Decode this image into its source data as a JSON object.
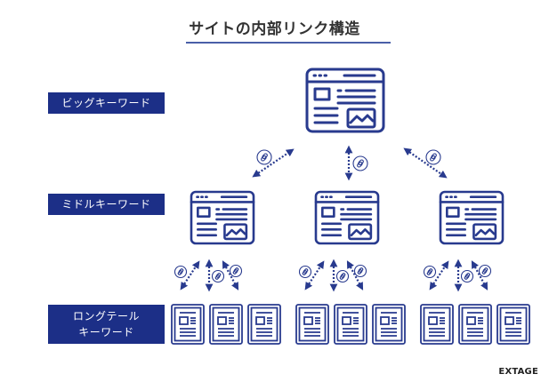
{
  "title": "サイトの内部リンク構造",
  "labels": {
    "big": "ビッグキーワード",
    "mid": "ミドルキーワード",
    "long_line1": "ロングテール",
    "long_line2": "キーワード"
  },
  "logo": "EXTAGE",
  "colors": {
    "primary": "#1c2f87",
    "icon": "#283a8e",
    "title_rule": "#4a5fa8",
    "title_text": "#333333"
  },
  "structure": {
    "top_pages": 1,
    "middle_pages": 3,
    "long_tail_pages_per_middle": 3,
    "page_icon": "browser-window-icon",
    "document_icon": "document-icon",
    "link_icon": "link-icon",
    "connector": "dotted-double-arrow"
  }
}
